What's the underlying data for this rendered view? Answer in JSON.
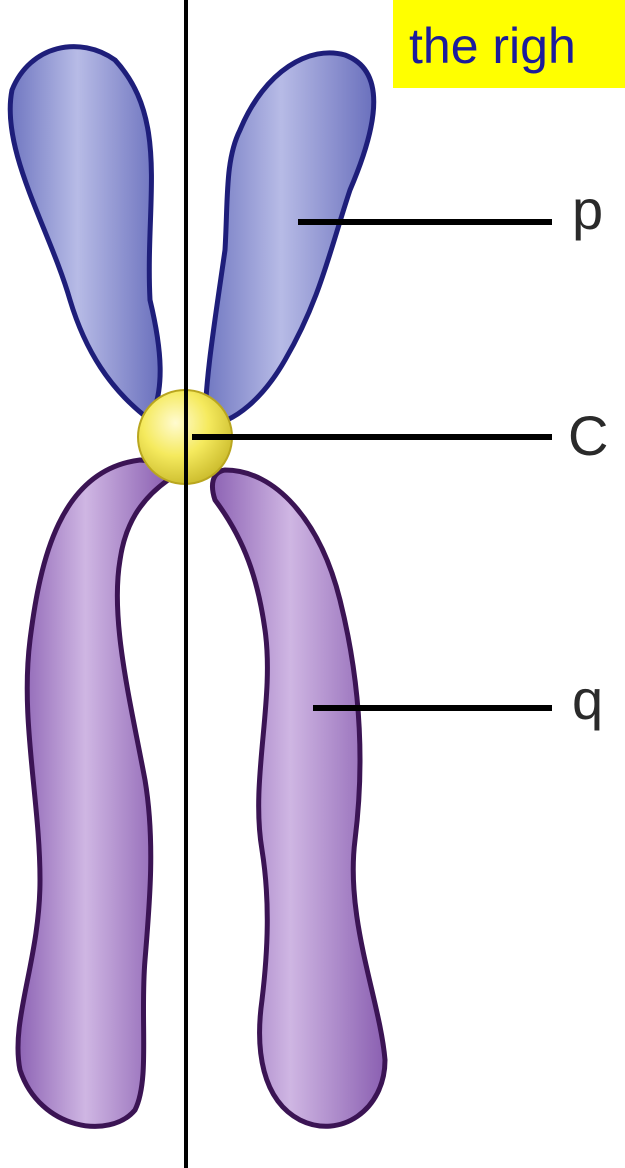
{
  "highlight": {
    "text": "the righ"
  },
  "labels": {
    "p": "p",
    "c": "C",
    "q": "q"
  },
  "colors": {
    "p_arm_fill": "#8a8fcf",
    "p_arm_outline": "#1e1e7a",
    "q_arm_fill": "#a887c6",
    "q_arm_outline": "#3b1454",
    "centromere": "#f2e65a",
    "highlight": "#ffff00",
    "highlight_text": "#1c1c9c"
  }
}
